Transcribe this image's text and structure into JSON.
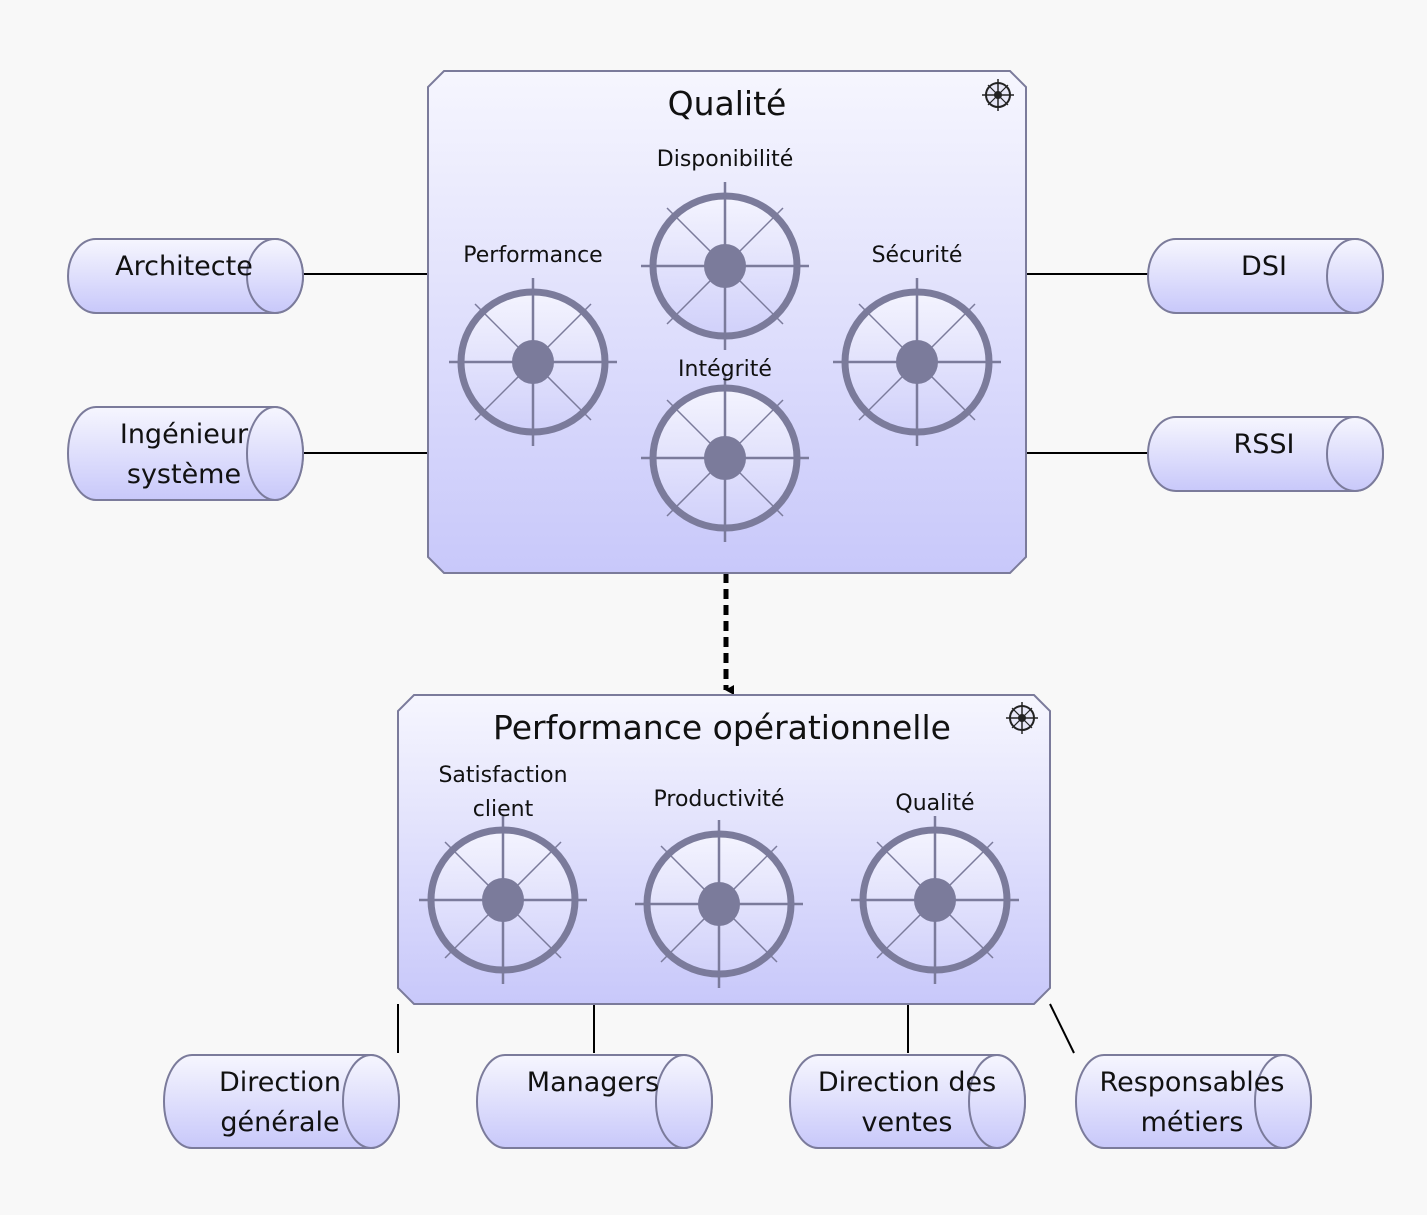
{
  "colors": {
    "background": "#f8f8f8",
    "box_top": "#f6f6fe",
    "box_bottom": "#c8c8fa",
    "border": "#7b7b9b",
    "driver": "#7b7b9b",
    "connector": "#000000"
  },
  "goals": [
    {
      "id": "qualite",
      "title": "Qualité",
      "icon": "driver-icon",
      "drivers": [
        {
          "label": [
            "Disponibilité"
          ]
        },
        {
          "label": [
            "Performance"
          ]
        },
        {
          "label": [
            "Sécurité"
          ]
        },
        {
          "label": [
            "Intégrité"
          ]
        }
      ],
      "stakeholders": [
        {
          "label": [
            "Architecte"
          ]
        },
        {
          "label": [
            "Ingénieur",
            "système"
          ]
        },
        {
          "label": [
            "DSI"
          ]
        },
        {
          "label": [
            "RSSI"
          ]
        }
      ]
    },
    {
      "id": "performance-operationnelle",
      "title": "Performance opérationnelle",
      "icon": "driver-icon",
      "drivers": [
        {
          "label": [
            "Satisfaction",
            "client"
          ]
        },
        {
          "label": [
            "Productivité"
          ]
        },
        {
          "label": [
            "Qualité"
          ]
        }
      ],
      "stakeholders": [
        {
          "label": [
            "Direction",
            "générale"
          ]
        },
        {
          "label": [
            "Managers"
          ]
        },
        {
          "label": [
            "Direction des",
            "ventes"
          ]
        },
        {
          "label": [
            "Responsables",
            "métiers"
          ]
        }
      ]
    }
  ],
  "relations": [
    {
      "from": "qualite",
      "to": "performance-operationnelle",
      "type": "influence",
      "style": "dashed-arrow"
    }
  ]
}
